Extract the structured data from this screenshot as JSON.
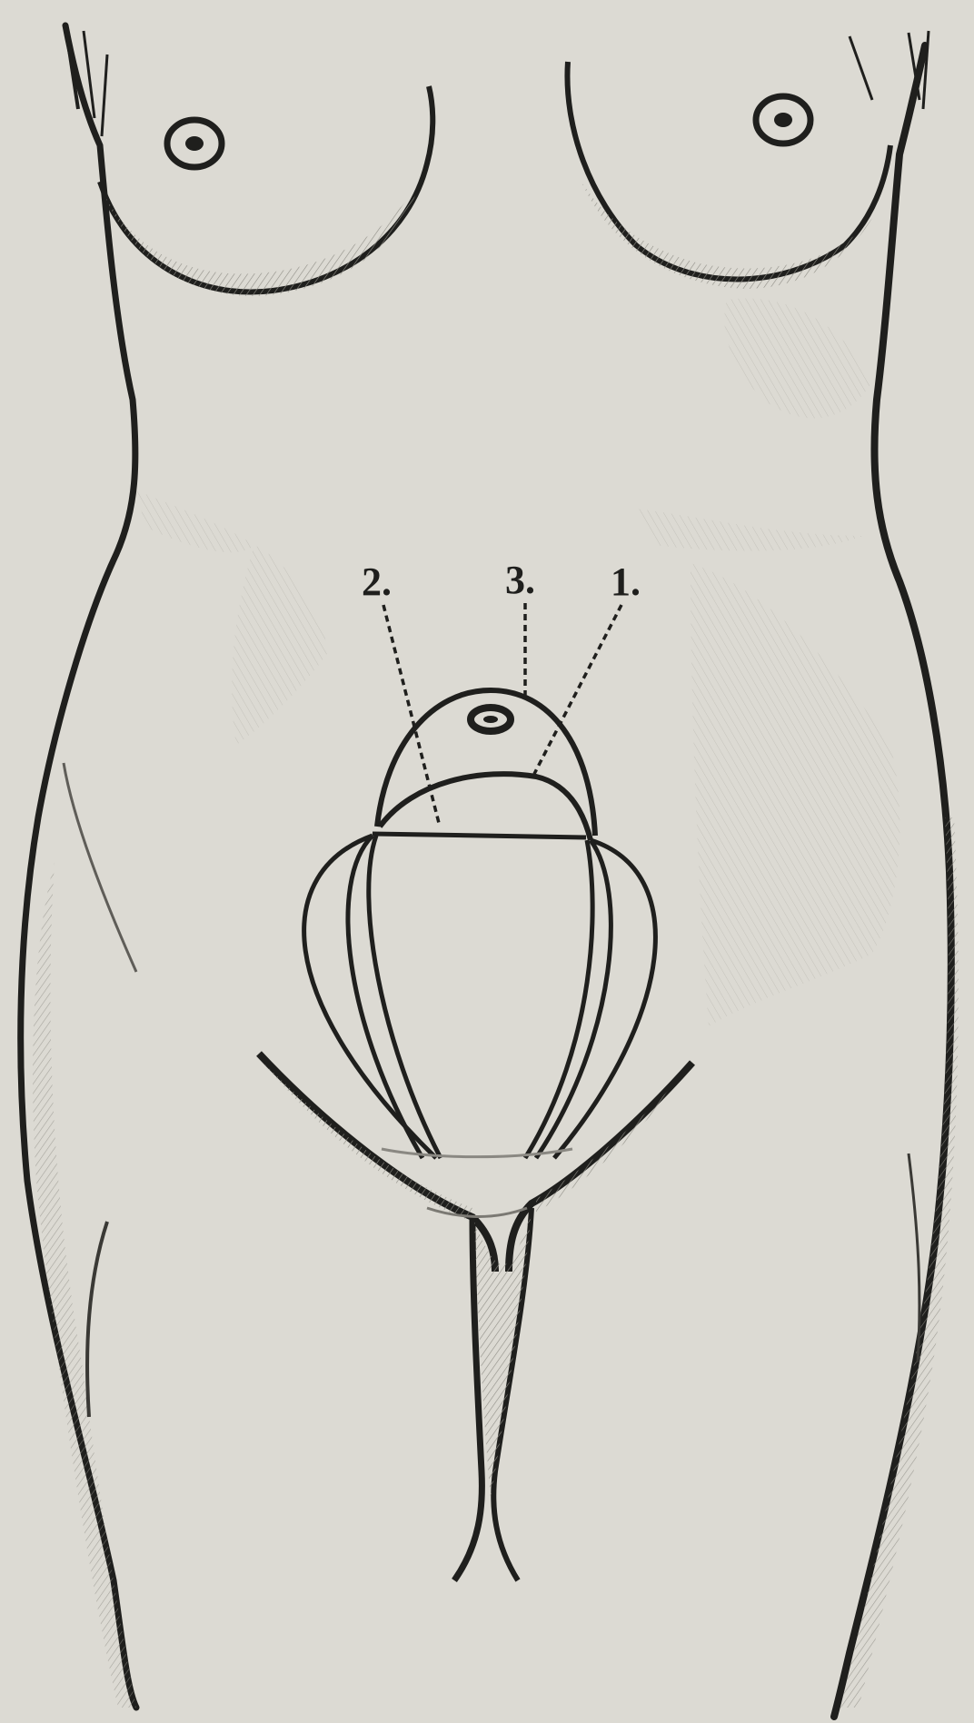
{
  "figure": {
    "labels": [
      {
        "id": "label-1",
        "text": "1."
      },
      {
        "id": "label-2",
        "text": "2."
      },
      {
        "id": "label-3",
        "text": "3."
      }
    ]
  },
  "colors": {
    "background": "#dcdad3",
    "ink": "#1f1f1d",
    "shading": "#9a9890"
  }
}
